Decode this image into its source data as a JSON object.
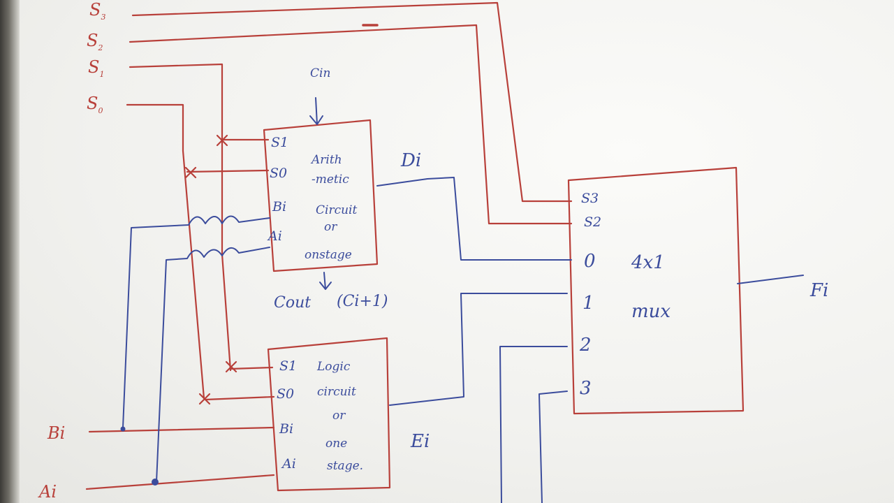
{
  "select_lines": {
    "s3": {
      "main": "S",
      "sub": "3"
    },
    "s2": {
      "main": "S",
      "sub": "2"
    },
    "s1": {
      "main": "S",
      "sub": "1"
    },
    "s0": {
      "main": "S",
      "sub": "0"
    }
  },
  "carry_in": "Cin",
  "carry_out": "Cout",
  "carry_out_note": "(Ci+1)",
  "arithmetic_block": {
    "pin_s1": "S1",
    "pin_s0": "S0",
    "pin_bi": "Bi",
    "pin_ai": "Ai",
    "line1": "Arith",
    "line2": "-metic",
    "line3": "Circuit",
    "line4": "or",
    "line5": "onstage",
    "output": "Di"
  },
  "logic_block": {
    "pin_s1": "S1",
    "pin_s0": "S0",
    "pin_bi": "Bi",
    "pin_ai": "Ai",
    "line1": "Logic",
    "line2": "circuit",
    "line3": "or",
    "line4": "one",
    "line5": "stage.",
    "output": "Ei"
  },
  "mux": {
    "pin_s3": "S3",
    "pin_s2": "S2",
    "in0": "0",
    "in1": "1",
    "in2": "2",
    "in3": "3",
    "line1": "4x1",
    "line2": "mux",
    "output": "Fi"
  },
  "inputs": {
    "bi": "Bi",
    "ai": "Ai"
  },
  "colors": {
    "ink_red": "#b8403a",
    "ink_blue": "#3b4c9c",
    "paper": "#f4f4f2"
  }
}
